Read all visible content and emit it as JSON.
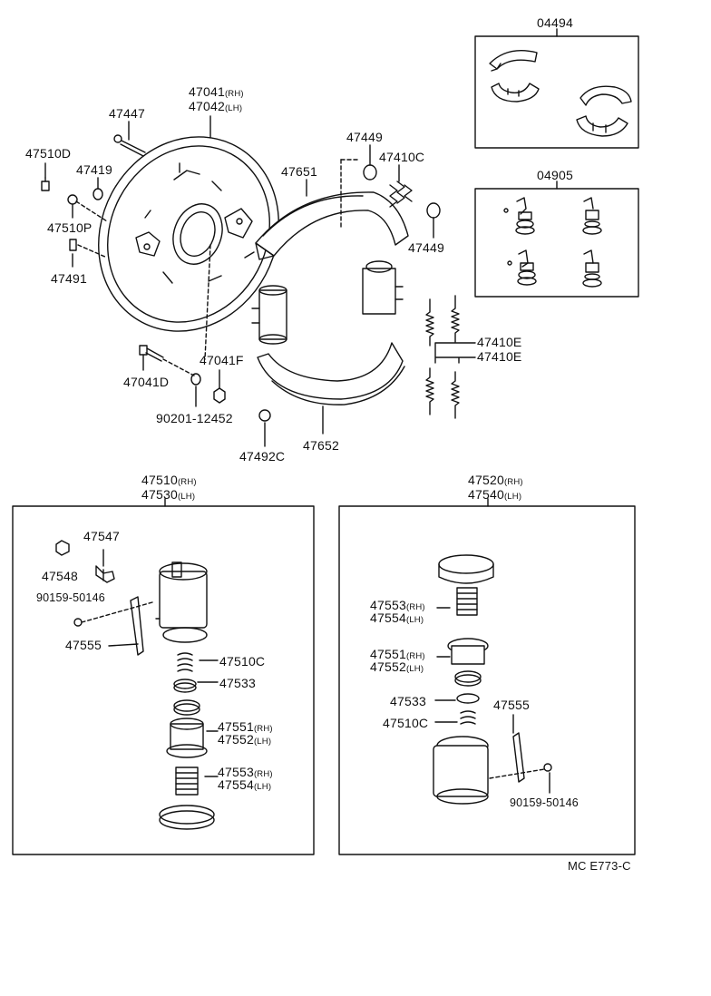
{
  "kits": {
    "shoe_kit": "04494",
    "hardware_kit": "04905"
  },
  "parts": {
    "p47041": "47041",
    "p47041_sfx": "(RH)",
    "p47042": "47042",
    "p47042_sfx": "(LH)",
    "p47447": "47447",
    "p47510D": "47510D",
    "p47419": "47419",
    "p47510P": "47510P",
    "p47491": "47491",
    "p47449a": "47449",
    "p47410C": "47410C",
    "p47651": "47651",
    "p47449b": "47449",
    "p47410E_a": "47410E",
    "p47410E_b": "47410E",
    "p47041D": "47041D",
    "p47041F": "47041F",
    "p90201": "90201-12452",
    "p47492C": "47492C",
    "p47652": "47652"
  },
  "left_box": {
    "title1": "47510",
    "title1_sfx": "(RH)",
    "title2": "47530",
    "title2_sfx": "(LH)",
    "p47547": "47547",
    "p47548": "47548",
    "p90159": "90159-50146",
    "p47555": "47555",
    "p47510C": "47510C",
    "p47533": "47533",
    "p47551": "47551",
    "p47551_sfx": "(RH)",
    "p47552": "47552",
    "p47552_sfx": "(LH)",
    "p47553": "47553",
    "p47553_sfx": "(RH)",
    "p47554": "47554",
    "p47554_sfx": "(LH)"
  },
  "right_box": {
    "title1": "47520",
    "title1_sfx": "(RH)",
    "title2": "47540",
    "title2_sfx": "(LH)",
    "p47553": "47553",
    "p47553_sfx": "(RH)",
    "p47554": "47554",
    "p47554_sfx": "(LH)",
    "p47551": "47551",
    "p47551_sfx": "(RH)",
    "p47552": "47552",
    "p47552_sfx": "(LH)",
    "p47533": "47533",
    "p47510C": "47510C",
    "p47555": "47555",
    "p90159": "90159-50146"
  },
  "diagram_code": "MC E773-C"
}
